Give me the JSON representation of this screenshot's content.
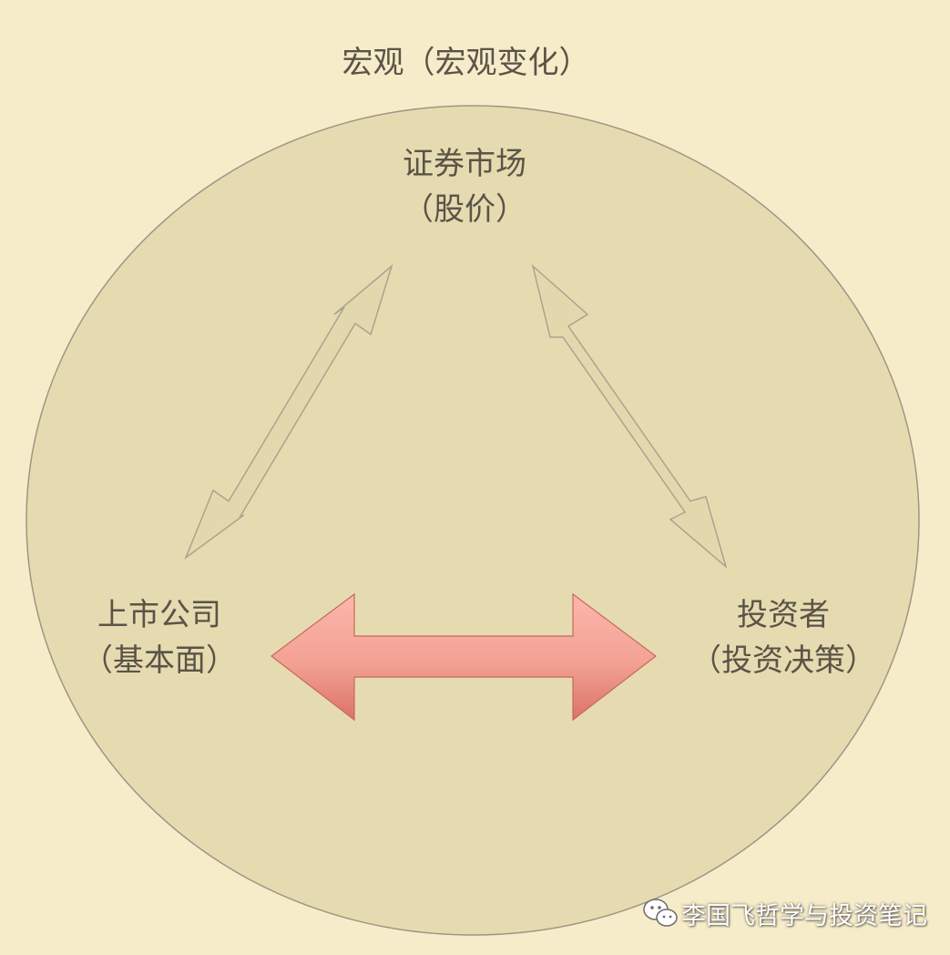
{
  "title": "宏观（宏观变化）",
  "nodes": {
    "market": {
      "line1": "证券市场",
      "line2": "（股价）"
    },
    "company": {
      "line1": "上市公司",
      "line2": "（基本面）"
    },
    "investor": {
      "line1": "投资者",
      "line2": "（投资决策）"
    }
  },
  "watermark": {
    "icon": "wechat-icon",
    "text": "李国飞哲学与投资笔记"
  },
  "colors": {
    "background": "#f7ecc9",
    "circle_fill": "#e6dbb0",
    "circle_stroke": "#9b9785",
    "thin_arrow_fill": "#e3d8ad",
    "thin_arrow_stroke": "#a8a48f",
    "big_arrow_top": "#fbb7ac",
    "big_arrow_bottom": "#db7366",
    "text": "#5a5448"
  }
}
